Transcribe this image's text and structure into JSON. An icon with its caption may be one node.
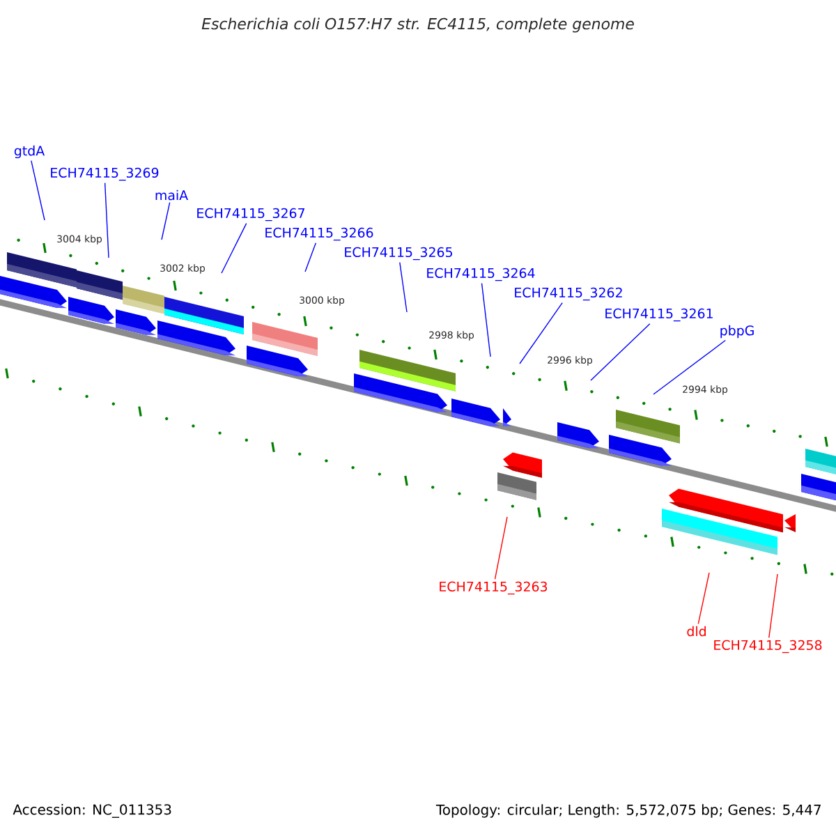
{
  "diagram": {
    "title": "Escherichia coli O157:H7 str. EC4115, complete genome",
    "nodes": [
      {
        "text": [
          "gtdA"
        ]
      },
      {
        "text": [
          "ECH74115_3269"
        ]
      },
      {
        "text": [
          "maiA"
        ]
      },
      {
        "text": [
          "ECH74115_3267"
        ]
      },
      {
        "text": [
          "ECH74115_3266"
        ]
      },
      {
        "text": [
          "ECH74115_3265"
        ]
      },
      {
        "text": [
          "ECH74115_3264"
        ]
      },
      {
        "text": [
          "ECH74115_3262"
        ]
      },
      {
        "text": [
          "ECH74115_3261"
        ]
      },
      {
        "text": [
          "pbpG"
        ]
      },
      {
        "text": [
          "ECH74115_3263"
        ]
      },
      {
        "text": [
          "dld"
        ]
      },
      {
        "text": [
          "ECH74115_3258"
        ]
      }
    ],
    "edges": [
      {
        "from": 0,
        "to": null,
        "arrow": "none"
      },
      {
        "from": 1,
        "to": null,
        "arrow": "none"
      },
      {
        "from": 2,
        "to": null,
        "arrow": "none"
      },
      {
        "from": 3,
        "to": null,
        "arrow": "none"
      },
      {
        "from": 4,
        "to": null,
        "arrow": "none"
      },
      {
        "from": 5,
        "to": null,
        "arrow": "none"
      },
      {
        "from": 6,
        "to": null,
        "arrow": "none"
      },
      {
        "from": 7,
        "to": null,
        "arrow": "none"
      },
      {
        "from": 8,
        "to": null,
        "arrow": "none"
      },
      {
        "from": 9,
        "to": null,
        "arrow": "none"
      },
      {
        "from": 10,
        "to": null,
        "arrow": "none",
        "color": "#ff0000"
      },
      {
        "from": 11,
        "to": null,
        "arrow": "none",
        "color": "#ff0000"
      },
      {
        "from": 12,
        "to": null,
        "arrow": "none",
        "color": "#ff0000"
      }
    ],
    "labels": [
      "3004 kbp",
      "3002 kbp",
      "3000 kbp",
      "2998 kbp",
      "2996 kbp",
      "2994 kbp",
      "Accession: NC_011353",
      "Topology: circular; Length: 5,572,075 bp; Genes: 5,447"
    ]
  }
}
